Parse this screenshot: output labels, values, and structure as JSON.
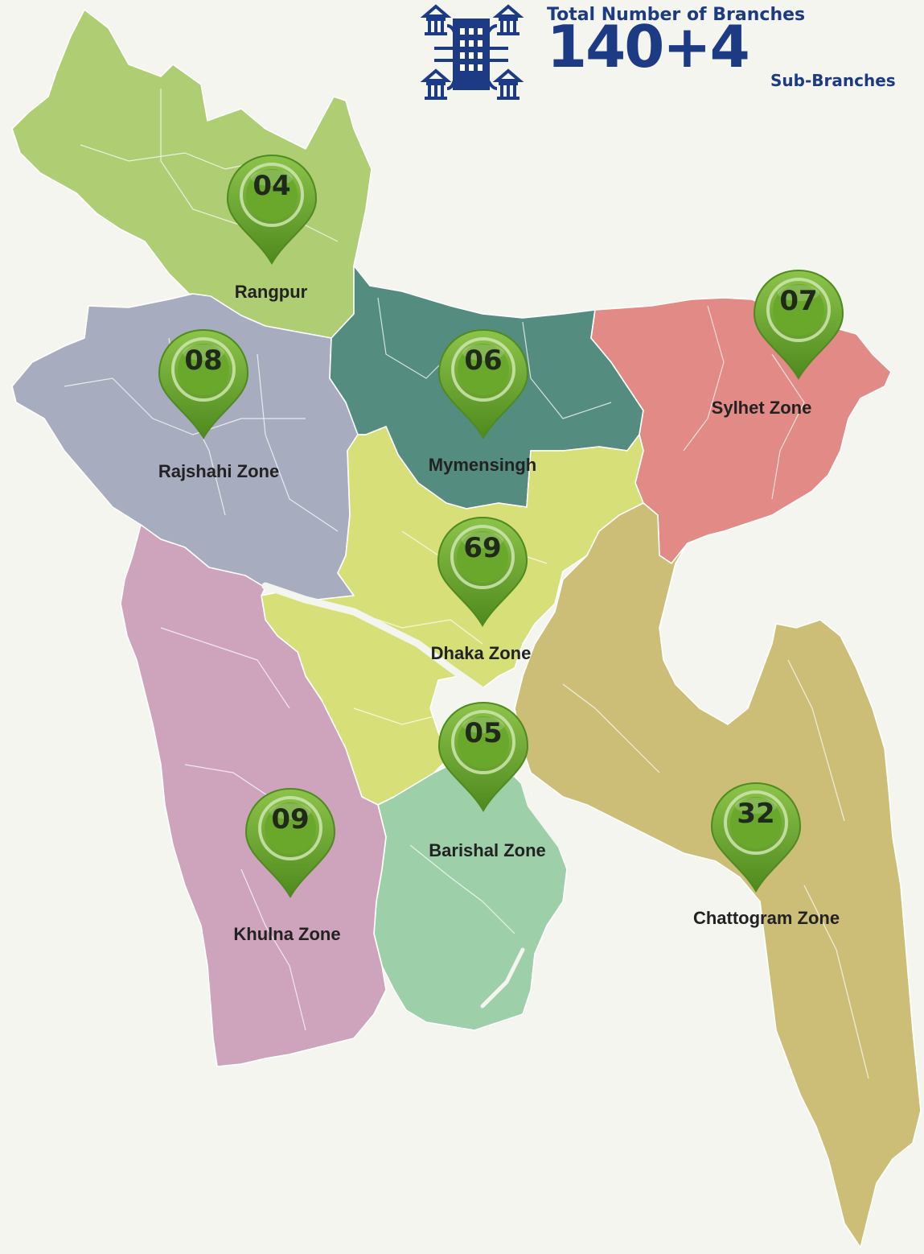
{
  "header": {
    "title": "Total Number of Branches",
    "count": "140+4",
    "sub_label": "Sub-Branches",
    "icon": "bank-branches-icon",
    "color": "#1d3a85"
  },
  "zones": [
    {
      "name": "Rangpur",
      "count": "04",
      "color": "#afcd73"
    },
    {
      "name": "Rajshahi Zone",
      "count": "08",
      "color": "#a7acbf"
    },
    {
      "name": "Mymensingh",
      "count": "06",
      "color": "#548d80"
    },
    {
      "name": "Sylhet Zone",
      "count": "07",
      "color": "#e28a86"
    },
    {
      "name": "Dhaka Zone",
      "count": "69",
      "color": "#d7df78"
    },
    {
      "name": "Barishal Zone",
      "count": "05",
      "color": "#9dcfa8"
    },
    {
      "name": "Khulna Zone",
      "count": "09",
      "color": "#cea4bd"
    },
    {
      "name": "Chattogram Zone",
      "count": "32",
      "color": "#ccbe76"
    }
  ],
  "pin_color": "#6aa82c"
}
